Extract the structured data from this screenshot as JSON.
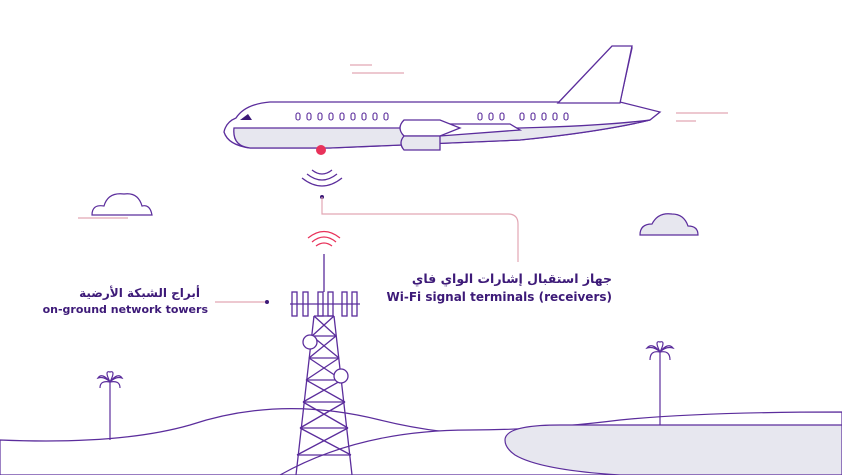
{
  "labels": {
    "wifi_terminals_ar": "جهاز استقبال إشارات الواي فاي",
    "wifi_terminals_en": "Wi-Fi signal terminals (receivers)",
    "ground_towers_ar": "أبراج الشبكة الأرضية",
    "ground_towers_en": "on-ground network towers"
  },
  "colors": {
    "outline": "#5b2d9c",
    "label_text": "#3d1a78",
    "accent": "#e8325a",
    "light_grey": "#e7e7ef",
    "leader_line": "#e2a6b4"
  },
  "icons": [
    "airplane-icon",
    "signal-waves-icon",
    "cell-tower-icon",
    "cloud-icon",
    "palm-tree-icon"
  ]
}
